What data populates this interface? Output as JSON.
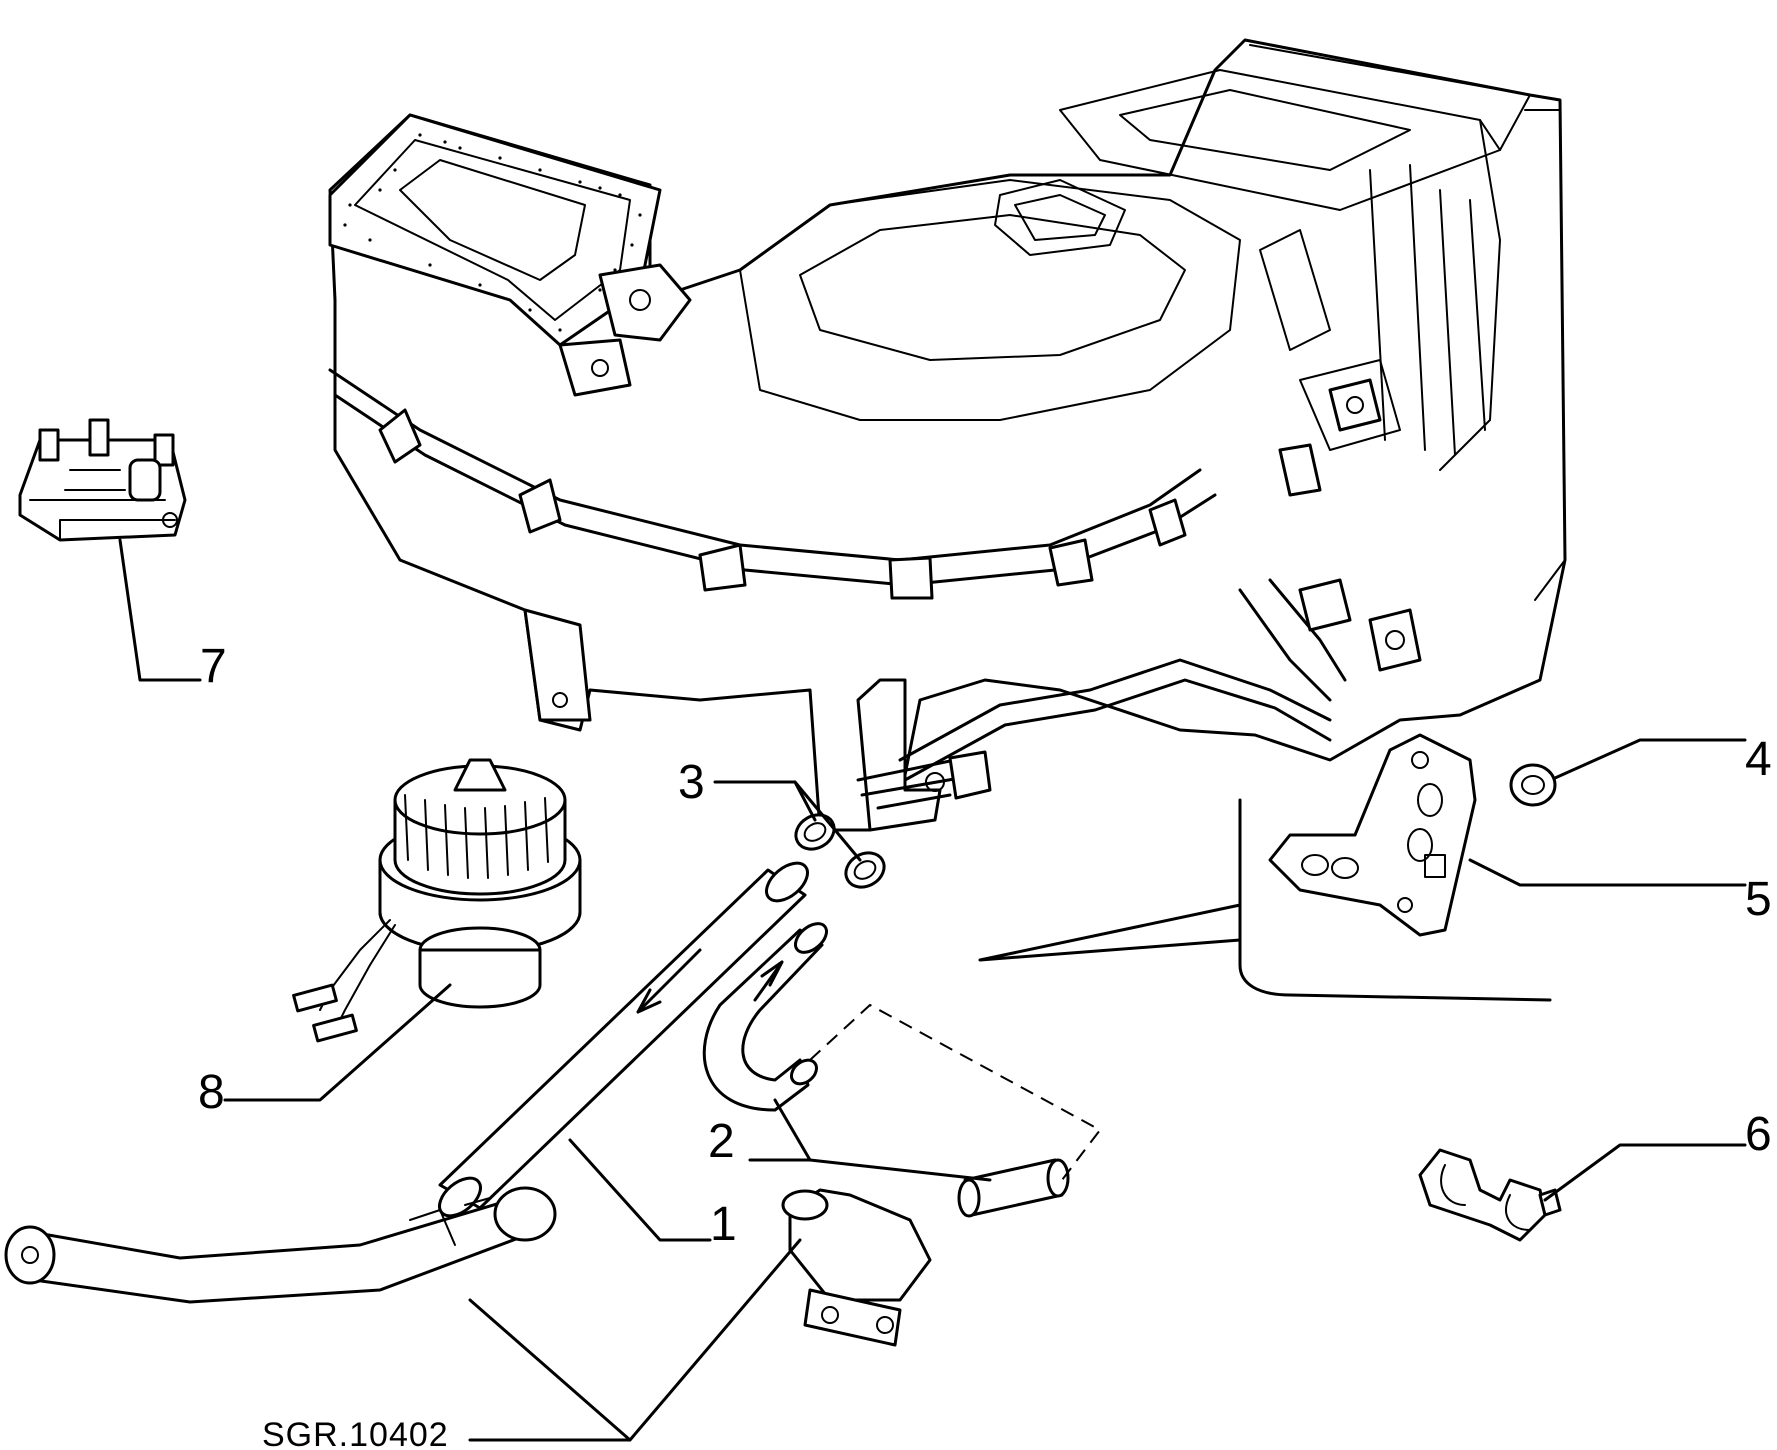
{
  "diagram": {
    "drawing_code": "SGR.10402",
    "callouts": [
      {
        "id": "1",
        "label": "1"
      },
      {
        "id": "2",
        "label": "2"
      },
      {
        "id": "3",
        "label": "3"
      },
      {
        "id": "4",
        "label": "4"
      },
      {
        "id": "5",
        "label": "5"
      },
      {
        "id": "6",
        "label": "6"
      },
      {
        "id": "7",
        "label": "7"
      },
      {
        "id": "8",
        "label": "8"
      }
    ]
  }
}
